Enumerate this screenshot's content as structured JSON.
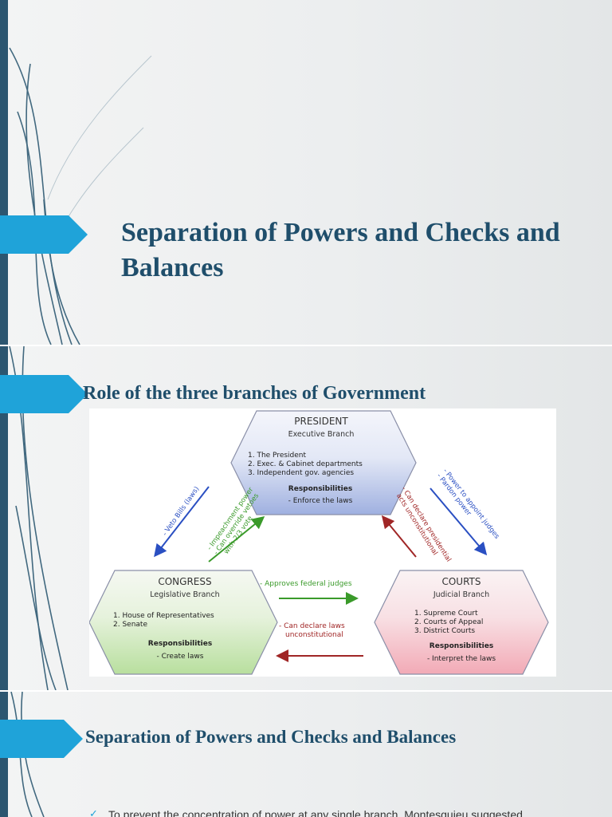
{
  "slides": [
    {
      "title": "Separation of Powers and Checks and Balances"
    },
    {
      "title": "Role of the three branches of Government",
      "diagram": {
        "president": {
          "name": "PRESIDENT",
          "branch": "Executive Branch",
          "items": [
            "1. The President",
            "2. Exec. & Cabinet departments",
            "3. Independent gov. agencies"
          ],
          "resp_heading": "Responsibilities",
          "resp": "- Enforce the laws"
        },
        "congress": {
          "name": "CONGRESS",
          "branch": "Legislative Branch",
          "items": [
            "1. House of Representatives",
            "2. Senate"
          ],
          "resp_heading": "Responsibilities",
          "resp": "- Create laws"
        },
        "courts": {
          "name": "COURTS",
          "branch": "Judicial Branch",
          "items": [
            "1. Supreme Court",
            "2. Courts of Appeal",
            "3. District Courts"
          ],
          "resp_heading": "Responsibilities",
          "resp": "- Interpret the laws"
        },
        "checks": {
          "veto": "- Veto Bills (laws)",
          "impeach": [
            "- Impeachment power",
            "- Can override vetoes",
            "with 2/3 vote"
          ],
          "appoint": [
            "- Power to appoint judges",
            "- Pardon power"
          ],
          "declare_pres": [
            "- Can declare presidential",
            "acts unconstitutional"
          ],
          "approves": "- Approves federal judges",
          "declare_laws": [
            "- Can declare laws",
            "unconstitutional"
          ]
        },
        "colors": {
          "arrow_blue": "#2a4fc2",
          "arrow_green": "#3a9a2a",
          "arrow_red": "#a02626",
          "president_fill": "#aab7e3",
          "congress_fill": "#c7e6b4",
          "courts_fill": "#f4c4cc"
        }
      }
    },
    {
      "title": "Separation of Powers and Checks and Balances",
      "bullet": "To prevent the concentration of power at any single branch, Montesquieu suggested"
    }
  ]
}
